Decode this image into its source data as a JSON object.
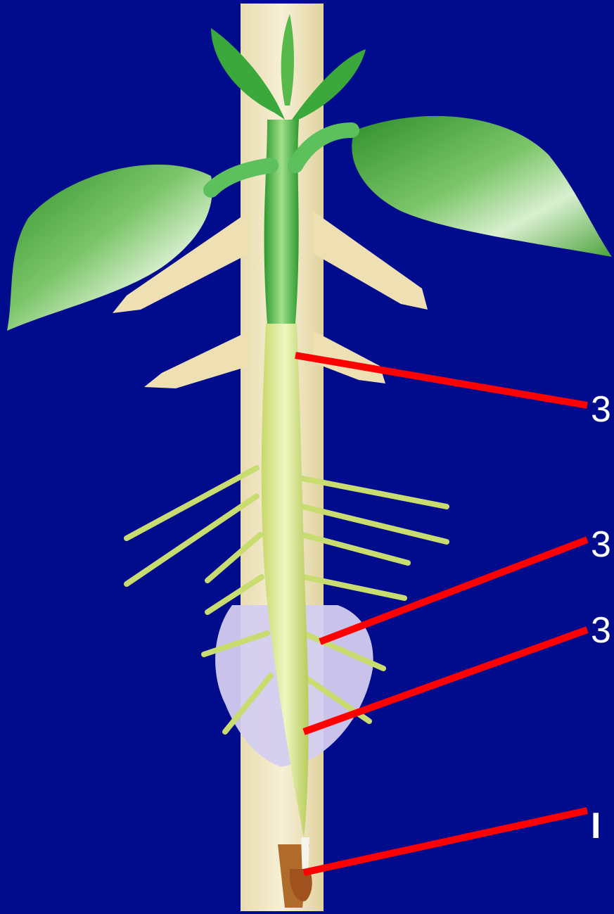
{
  "background_color": "#000c8c",
  "leader_line_color": "#ff0000",
  "labels": [
    {
      "text": "3"
    },
    {
      "text": "3"
    },
    {
      "text": "3"
    },
    {
      "text": "I"
    }
  ]
}
